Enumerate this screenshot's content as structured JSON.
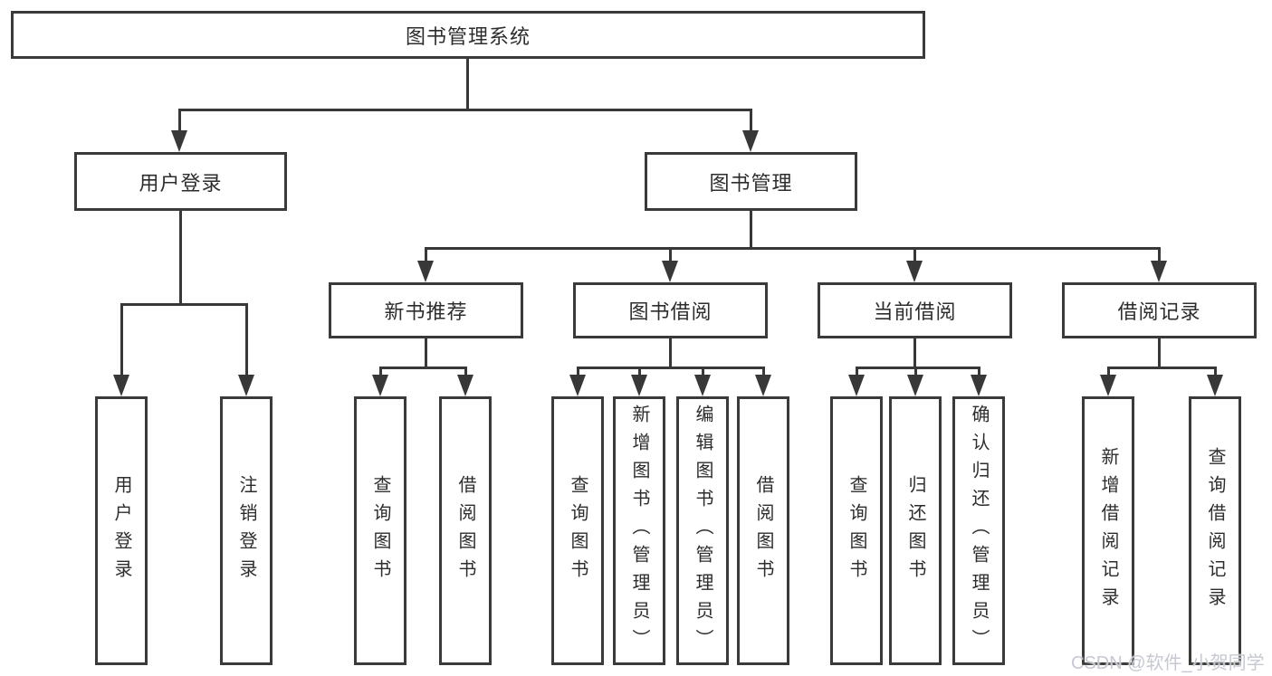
{
  "diagram": {
    "title": "图书管理系统",
    "level2": [
      {
        "label": "用户登录"
      },
      {
        "label": "图书管理"
      }
    ],
    "level3": [
      {
        "label": "新书推荐"
      },
      {
        "label": "图书借阅"
      },
      {
        "label": "当前借阅"
      },
      {
        "label": "借阅记录"
      }
    ],
    "leaves": [
      {
        "label": "用户登录"
      },
      {
        "label": "注销登录"
      },
      {
        "label": "查询图书"
      },
      {
        "label": "借阅图书"
      },
      {
        "label": "查询图书"
      },
      {
        "label": "新增图书（管理员）"
      },
      {
        "label": "编辑图书（管理员）"
      },
      {
        "label": "借阅图书"
      },
      {
        "label": "查询图书"
      },
      {
        "label": "归还图书"
      },
      {
        "label": "确认归还（管理员）"
      },
      {
        "label": "新增借阅记录"
      },
      {
        "label": "查询借阅记录"
      }
    ],
    "watermark": "CSDN @软件_小贺同学",
    "colors": {
      "border": "#3a3a3a",
      "line": "#383838",
      "text": "#2d2d2d",
      "watermark": "#c6c9d1",
      "background": "#ffffff"
    }
  }
}
